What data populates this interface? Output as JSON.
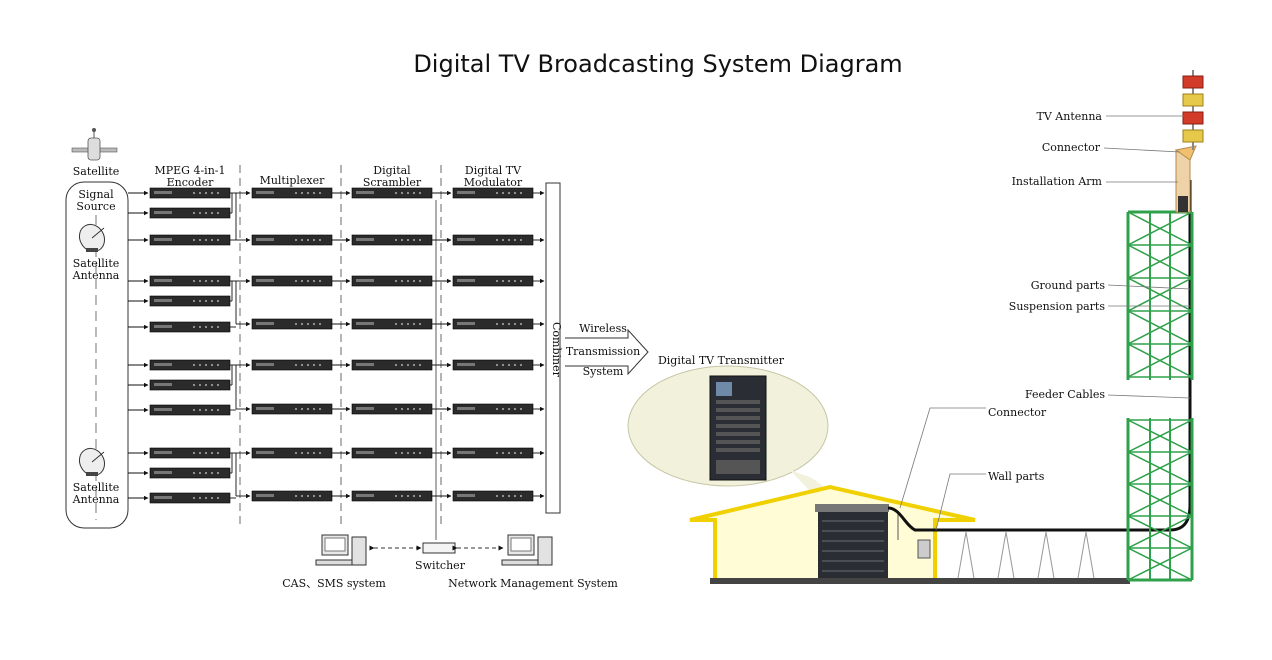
{
  "title": "Digital TV Broadcasting System Diagram",
  "left_section": {
    "source_labels": {
      "satellite": "Satellite",
      "signal_source_line1": "Signal",
      "signal_source_line2": "Source",
      "satellite_antenna_1_line1": "Satellite",
      "satellite_antenna_1_line2": "Antenna",
      "satellite_antenna_2_line1": "Satellite",
      "satellite_antenna_2_line2": "Antenna"
    },
    "columns": {
      "encoder_line1": "MPEG 4-in-1",
      "encoder_line2": "Encoder",
      "multiplexer": "Multiplexer",
      "scrambler_line1": "Digital",
      "scrambler_line2": "Scrambler",
      "modulator_line1": "Digital TV",
      "modulator_line2": "Modulator"
    },
    "combiner": "Combiner",
    "wireless_line1": "Wireless",
    "wireless_line2": "Transmission",
    "wireless_line3": "System",
    "switcher": "Switcher",
    "cas_sms": "CAS、SMS system",
    "nms": "Network Management System"
  },
  "right_section": {
    "transmitter": "Digital TV Transmitter",
    "tv_antenna": "TV Antenna",
    "connector_top": "Connector",
    "installation_arm": "Installation Arm",
    "ground_parts": "Ground parts",
    "suspension_parts": "Suspension parts",
    "feeder_cables": "Feeder Cables",
    "connector_mid": "Connector",
    "wall_parts": "Wall parts"
  },
  "colors": {
    "tower": "#2fa14a",
    "house_fill": "#fffcd6",
    "house_roof": "#f0d000",
    "bubble": "#f2f1dc",
    "rack": "#2a2d33",
    "device": "#2b2b2b",
    "antenna_red": "#d23a2a",
    "antenna_yellow": "#e6c84a"
  }
}
